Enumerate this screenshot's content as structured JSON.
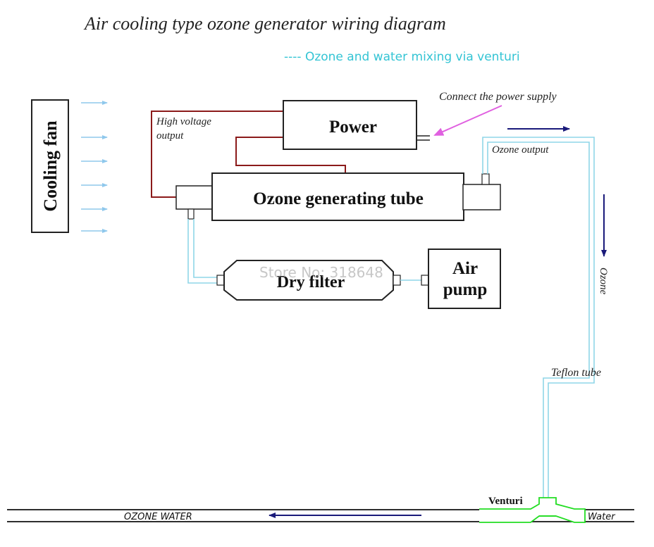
{
  "title": "Air cooling type ozone generator wiring diagram",
  "legend_text": "---- Ozone and water mixing via venturi",
  "labels": {
    "cooling_fan": "Cooling fan",
    "power": "Power",
    "ozone_tube": "Ozone generating tube",
    "dry_filter": "Dry filter",
    "air_pump_line1": "Air",
    "air_pump_line2": "pump",
    "high_voltage_line1": "High voltage",
    "high_voltage_line2": "output",
    "connect_power": "Connect the power supply",
    "ozone_output": "Ozone output",
    "ozone": "Ozone",
    "teflon_tube": "Teflon tube",
    "venturi": "Venturi",
    "ozone_water": "OZONE WATER",
    "water": "Water"
  },
  "watermark": "Store No: 318648",
  "colors": {
    "wire": "#8b1a1a",
    "tube": "#8fd6e8",
    "flow_arrow": "#1a1a7a",
    "fan_arrow": "#8fc8ec",
    "venturi": "#22dd22",
    "legend": "#33c4d4",
    "pointer": "#e060e0"
  }
}
